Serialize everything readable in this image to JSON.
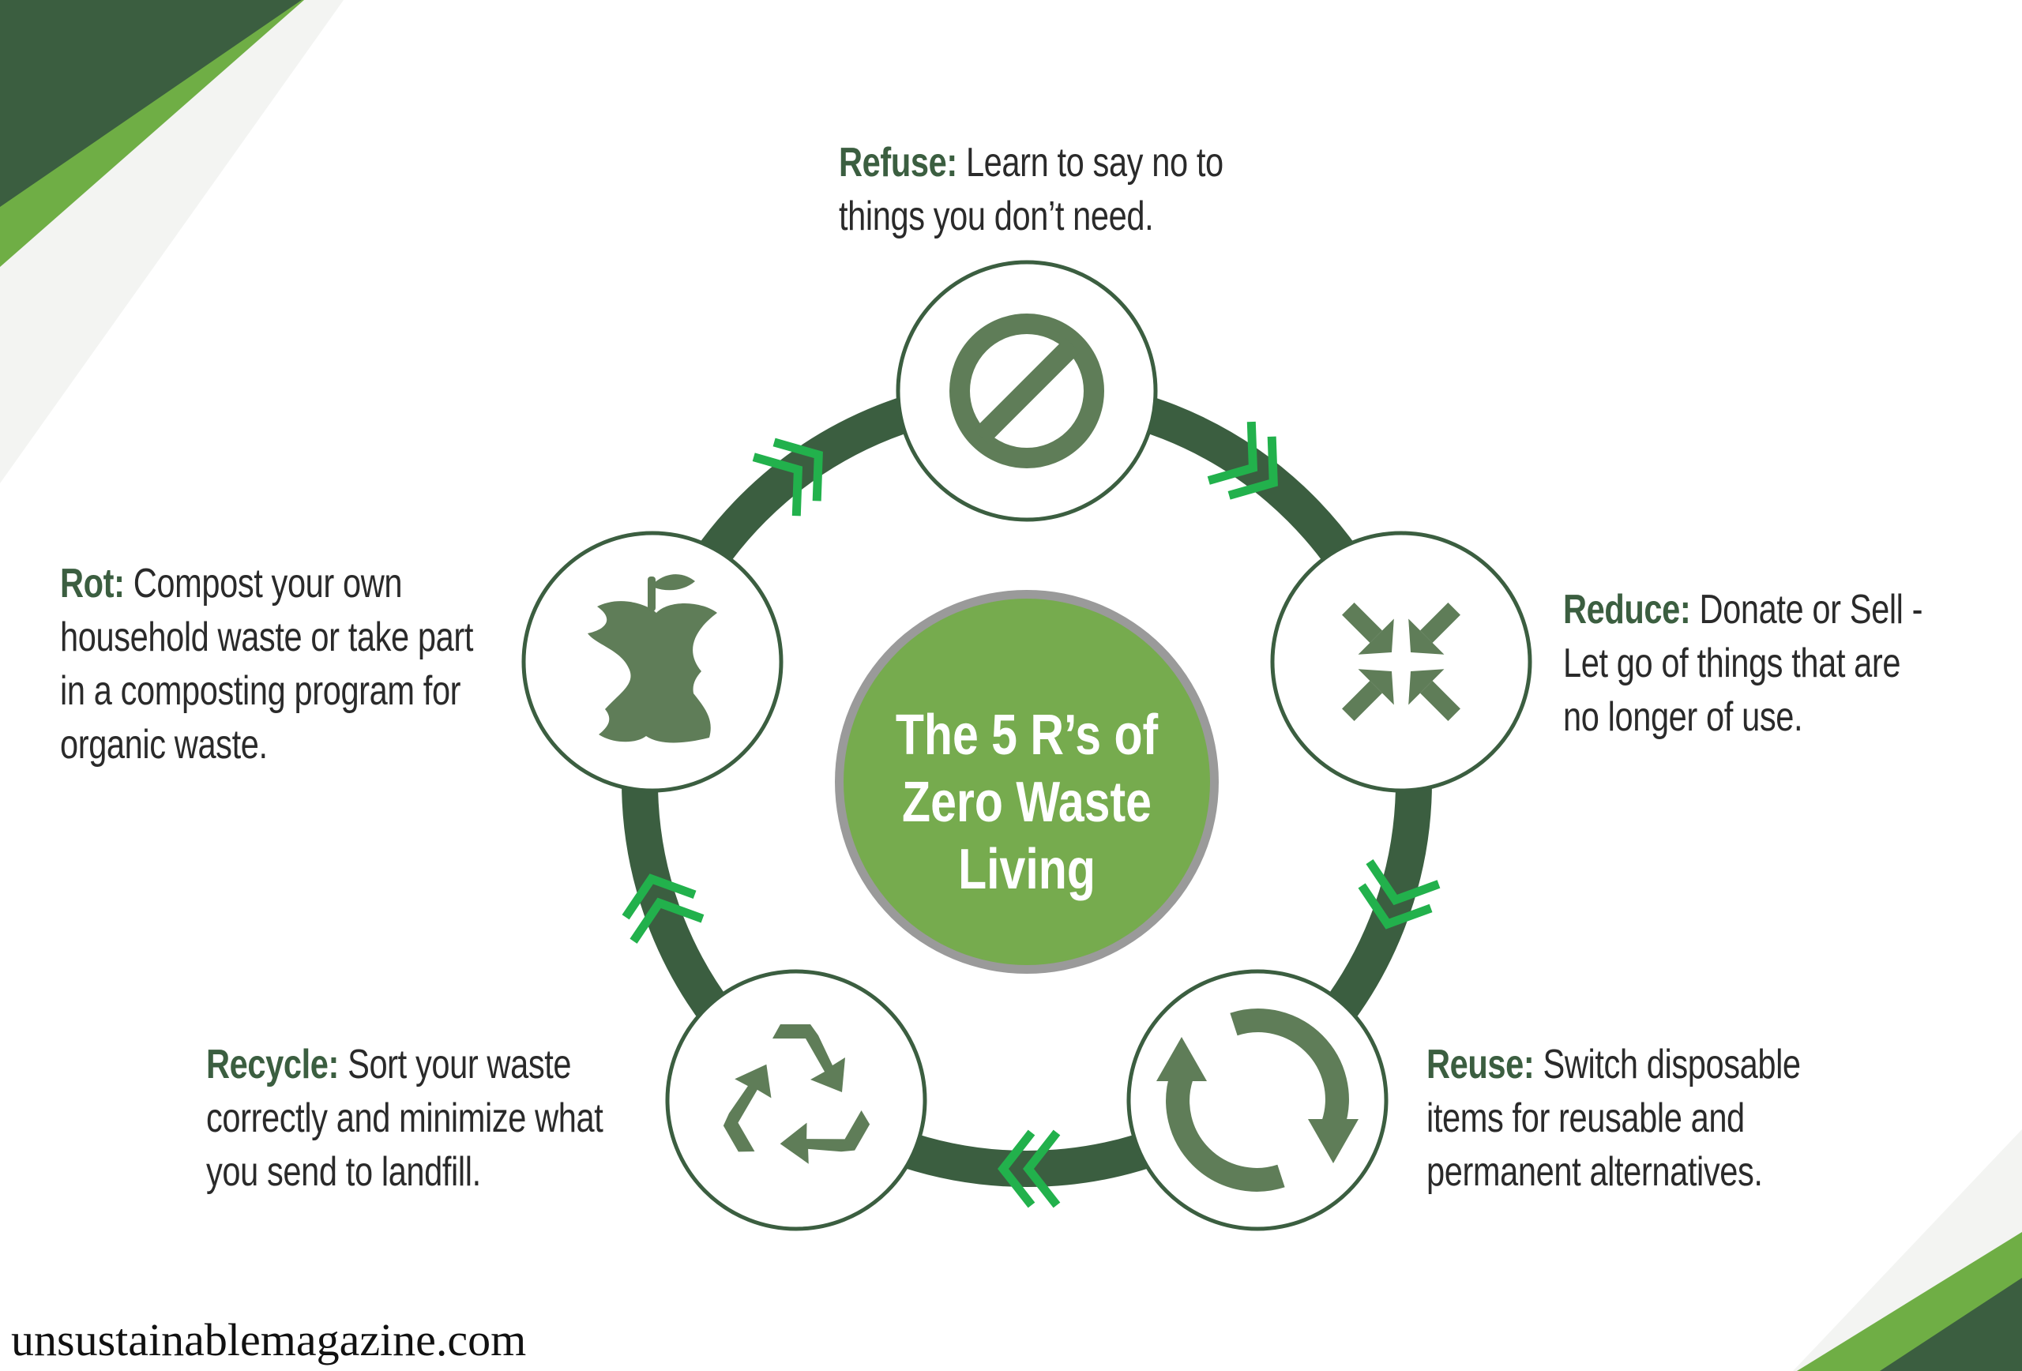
{
  "center": {
    "lines": [
      "The 5 R’s of",
      "Zero Waste",
      "Living"
    ]
  },
  "steps": [
    {
      "label": "Refuse:",
      "text": "Learn to say no to things you don’t need.",
      "icon": "no-entry-icon"
    },
    {
      "label": "Reduce:",
      "text": "Donate or Sell - Let go of things that are no longer of use.",
      "icon": "shrink-arrows-icon"
    },
    {
      "label": "Reuse:",
      "text": "Switch disposable items for reusable and permanent alternatives.",
      "icon": "circular-arrows-icon"
    },
    {
      "label": "Recycle:",
      "text": "Sort your waste correctly and minimize what you send to landfill.",
      "icon": "recycle-icon"
    },
    {
      "label": "Rot:",
      "text": "Compost your own household waste or take part in a composting program for organic waste.",
      "icon": "apple-core-icon"
    }
  ],
  "footer": {
    "site": "unsustainablemagazine.com"
  },
  "colors": {
    "dark_green": "#3b5e40",
    "icon_green": "#5f7d58",
    "center_green": "#76ab4e",
    "accent_green": "#22b14c",
    "light_green": "#6fae45",
    "ring_border": "#888888"
  }
}
